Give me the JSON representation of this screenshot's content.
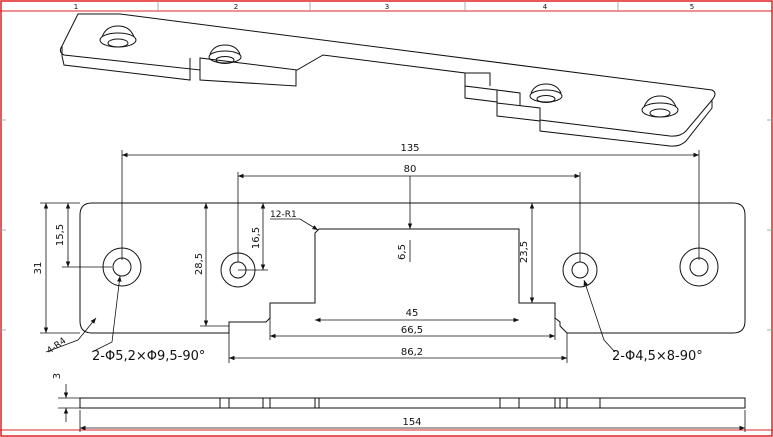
{
  "frame": {
    "zone_numbers": [
      "1",
      "2",
      "3",
      "4",
      "5"
    ],
    "border_color": "#e02020"
  },
  "drawing": {
    "line_color": "#111111",
    "dimensions": {
      "total_hole_span": "135",
      "inner_hole_span": "80",
      "overall_length": "154",
      "overall_height": "31",
      "left_hole_height": "15,5",
      "inner_hole_height": "16,5",
      "body_height": "28,5",
      "right_step_height": "23,5",
      "notch_depth": "6,5",
      "notch_top_width": "45",
      "notch_mid_width": "66,5",
      "notch_bottom_width": "86,2",
      "thickness": "3"
    },
    "callouts": {
      "inner_radius": "12-R1",
      "corner_radius": "4-R4",
      "left_holes": "2-Φ5,2×Φ9,5-90°",
      "right_holes": "2-Φ4,5×8-90°"
    }
  }
}
